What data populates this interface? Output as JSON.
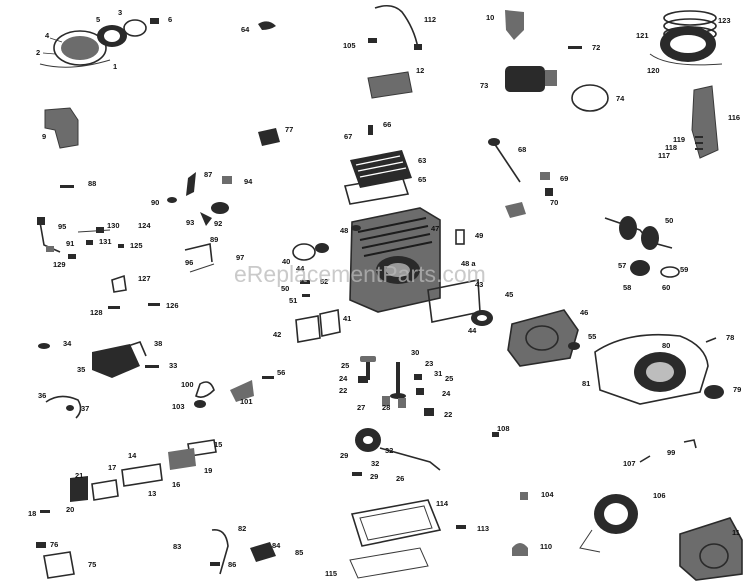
{
  "watermark": "eReplacementParts.com",
  "callouts": {
    "n1": "1",
    "n2": "2",
    "n3": "3",
    "n4": "4",
    "n5": "5",
    "n6": "6",
    "n9": "9",
    "n10": "10",
    "n11": "11",
    "n12": "12",
    "n13": "13",
    "n14": "14",
    "n15": "15",
    "n16": "16",
    "n17": "17",
    "n18": "18",
    "n19": "19",
    "n20": "20",
    "n21": "21",
    "n22a": "22",
    "n22b": "22",
    "n23": "23",
    "n24a": "24",
    "n24b": "24",
    "n25a": "25",
    "n25b": "25",
    "n26": "26",
    "n27": "27",
    "n28": "28",
    "n29": "29",
    "n30": "30",
    "n31": "31",
    "n32": "32",
    "n33": "33",
    "n34": "34",
    "n35": "35",
    "n36": "36",
    "n37": "37",
    "n38": "38",
    "n40": "40",
    "n41": "41",
    "n42": "42",
    "n43": "43",
    "n44a": "44",
    "n44b": "44",
    "n45": "45",
    "n46": "46",
    "n47": "47",
    "n48": "48",
    "n48a": "48 a",
    "n49": "49",
    "n50": "50",
    "n51": "51",
    "n52": "52",
    "n55": "55",
    "n56": "56",
    "n57": "57",
    "n58": "58",
    "n59": "59",
    "n60": "60",
    "n63": "63",
    "n64": "64",
    "n65": "65",
    "n66": "66",
    "n67": "67",
    "n68": "68",
    "n69": "69",
    "n70": "70",
    "n72": "72",
    "n73": "73",
    "n74": "74",
    "n75": "75",
    "n76": "76",
    "n77": "77",
    "n78": "78",
    "n79": "79",
    "n80": "80",
    "n81": "81",
    "n82": "82",
    "n83": "83",
    "n84": "84",
    "n85": "85",
    "n86": "86",
    "n87": "87",
    "n88": "88",
    "n89": "89",
    "n90": "90",
    "n91": "91",
    "n92": "92",
    "n93": "93",
    "n94": "94",
    "n95": "95",
    "n96": "96",
    "n97": "97",
    "n99": "99",
    "n100": "100",
    "n101": "101",
    "n103": "103",
    "n104": "104",
    "n105": "105",
    "n106": "106",
    "n107": "107",
    "n108": "108",
    "n110": "110",
    "n112": "112",
    "n113": "113",
    "n114": "114",
    "n115": "115",
    "n116": "116",
    "n117": "117",
    "n118": "118",
    "n119": "119",
    "n120": "120",
    "n121": "121",
    "n123": "123",
    "n124": "124",
    "n125": "125",
    "n126": "126",
    "n127": "127",
    "n128": "128",
    "n129": "129",
    "n130": "130",
    "n131": "131"
  }
}
